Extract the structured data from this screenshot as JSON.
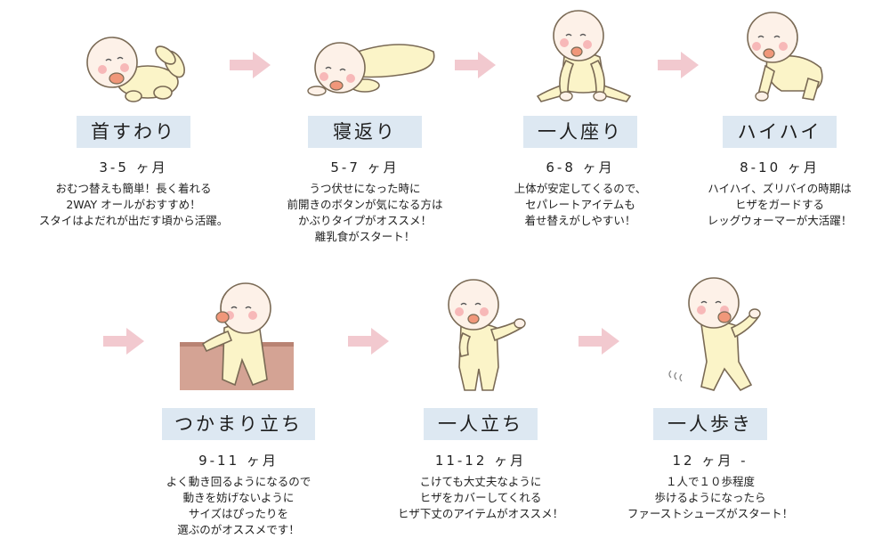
{
  "stages": [
    {
      "label": "首すわり",
      "age": "3-5 ヶ月",
      "desc": [
        "おむつ替えも簡単！長く着れる",
        "2WAY オールがおすすめ！",
        "スタイはよだれが出だす頃から活躍。"
      ]
    },
    {
      "label": "寝返り",
      "age": "5-7 ヶ月",
      "desc": [
        "うつ伏せになった時に",
        "前開きのボタンが気になる方は",
        "かぶりタイプがオススメ！",
        "離乳食がスタート！"
      ]
    },
    {
      "label": "一人座り",
      "age": "6-8 ヶ月",
      "desc": [
        "上体が安定してくるので、",
        "セパレートアイテムも",
        "着せ替えがしやすい！"
      ]
    },
    {
      "label": "ハイハイ",
      "age": "8-10 ヶ月",
      "desc": [
        "ハイハイ、ズリバイの時期は",
        "ヒザをガードする",
        "レッグウォーマーが大活躍！"
      ]
    },
    {
      "label": "つかまり立ち",
      "age": "9-11 ヶ月",
      "desc": [
        "よく動き回るようになるので",
        "動きを妨げないように",
        "サイズはぴったりを",
        "選ぶのがオススメです！"
      ]
    },
    {
      "label": "一人立ち",
      "age": "11-12 ヶ月",
      "desc": [
        "こけても大丈夫なように",
        "ヒザをカバーしてくれる",
        "ヒザ下丈のアイテムがオススメ！"
      ]
    },
    {
      "label": "一人歩き",
      "age": "12 ヶ月 -",
      "desc": [
        "１人で１０歩程度",
        "歩けるようになったら",
        "ファーストシューズがスタート！"
      ]
    }
  ],
  "colors": {
    "label_bg": "#dde8f2",
    "arrow": "#f2c9cf",
    "body": "#fbf4c8",
    "skin": "#fdf1e8",
    "cheek": "#f7b8b8",
    "pacifier": "#f0977a",
    "furniture": "#d4a394"
  }
}
